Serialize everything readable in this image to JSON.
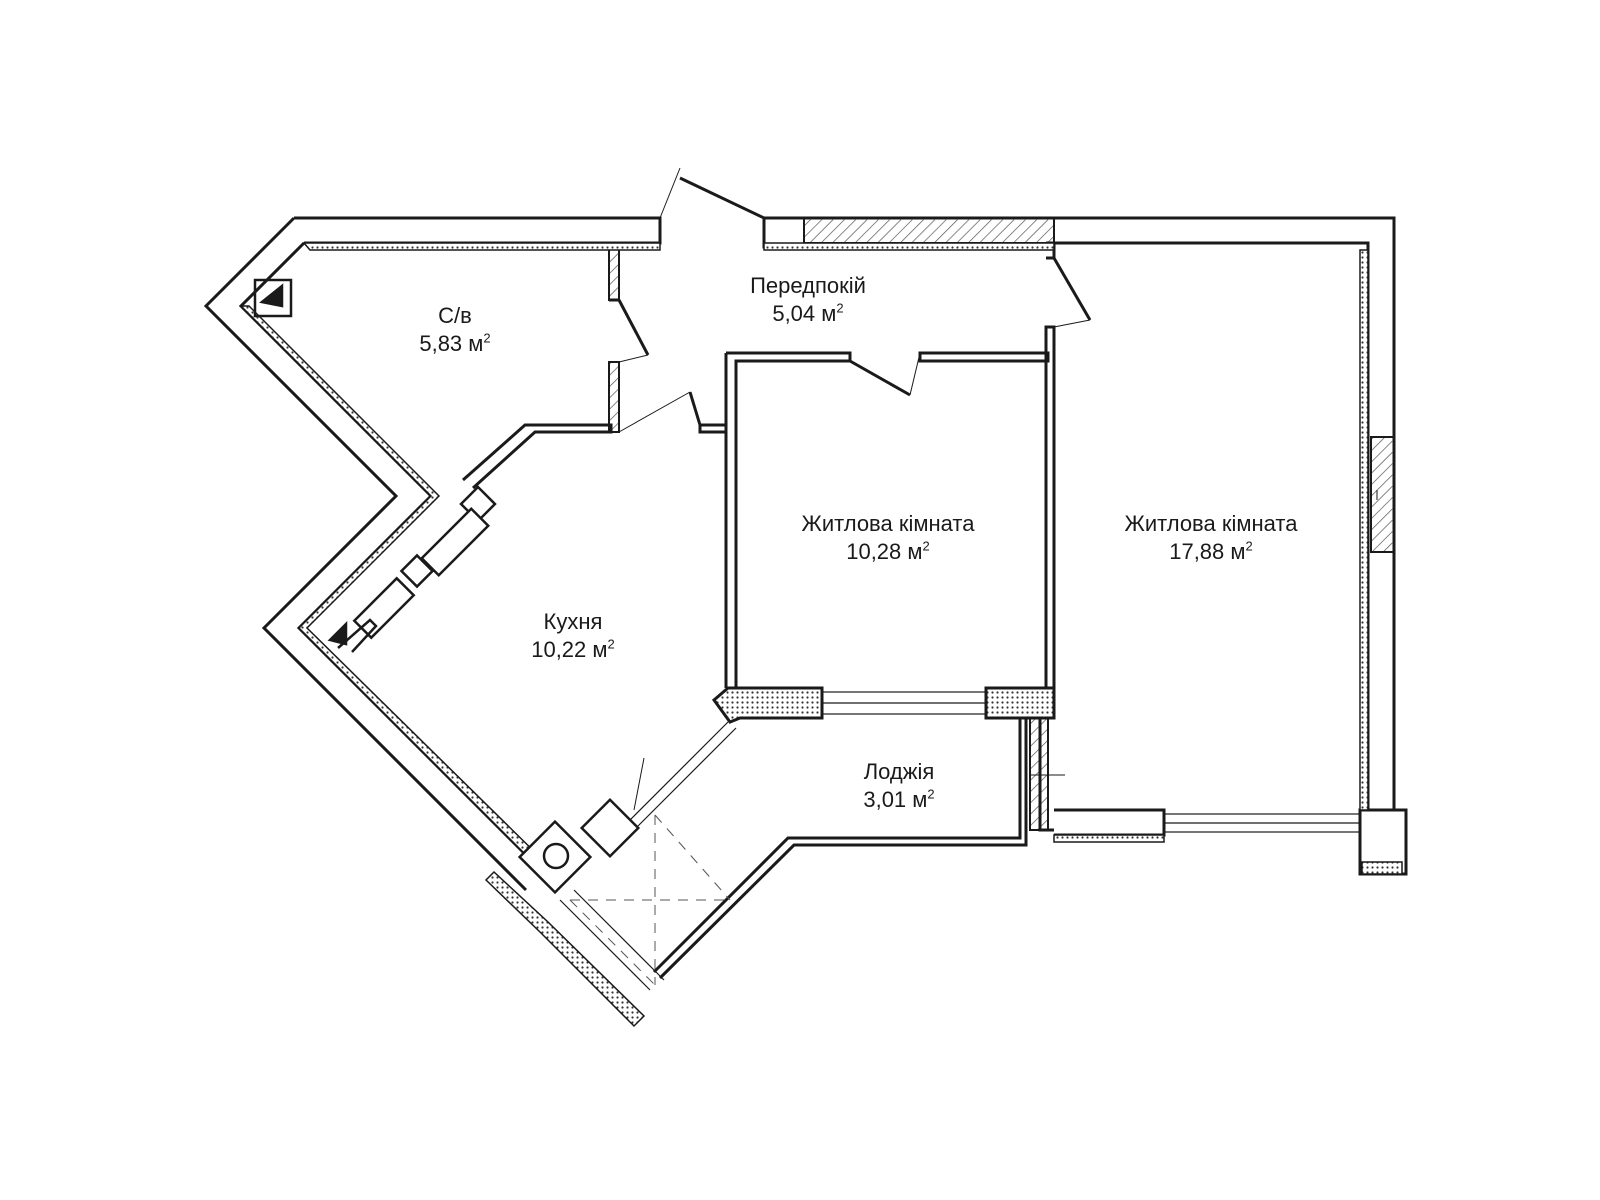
{
  "rooms": [
    {
      "name": "С/в",
      "area": "5,83",
      "unit": "м",
      "unit_sup": "2"
    },
    {
      "name": "Передпокій",
      "area": "5,04",
      "unit": "м",
      "unit_sup": "2"
    },
    {
      "name": "Житлова кімната",
      "area": "10,28",
      "unit": "м",
      "unit_sup": "2"
    },
    {
      "name": "Житлова кімната",
      "area": "17,88",
      "unit": "м",
      "unit_sup": "2"
    },
    {
      "name": "Кухня",
      "area": "10,22",
      "unit": "м",
      "unit_sup": "2"
    },
    {
      "name": "Лоджія",
      "area": "3,01",
      "unit": "м",
      "unit_sup": "2"
    }
  ],
  "colors": {
    "wall": "#1a1a1a",
    "fill": "#ffffff",
    "hatch": "#666666"
  }
}
